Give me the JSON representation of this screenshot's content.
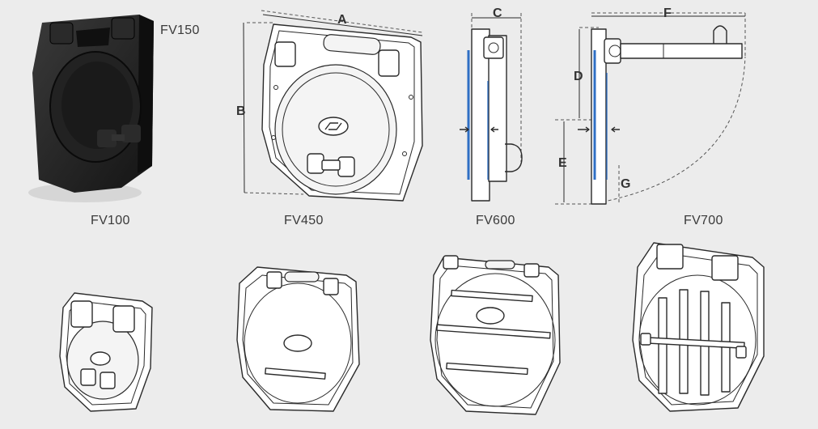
{
  "models": {
    "fv150": "FV150",
    "fv100": "FV100",
    "fv450": "FV450",
    "fv600": "FV600",
    "fv700": "FV700"
  },
  "dimensions": {
    "a": "A",
    "b": "B",
    "c": "C",
    "d": "D",
    "e": "E",
    "f": "F",
    "g": "G"
  },
  "colors": {
    "background": "#ececec",
    "seal": "#2f6fc4",
    "product_dark": "#1c1c1c"
  }
}
